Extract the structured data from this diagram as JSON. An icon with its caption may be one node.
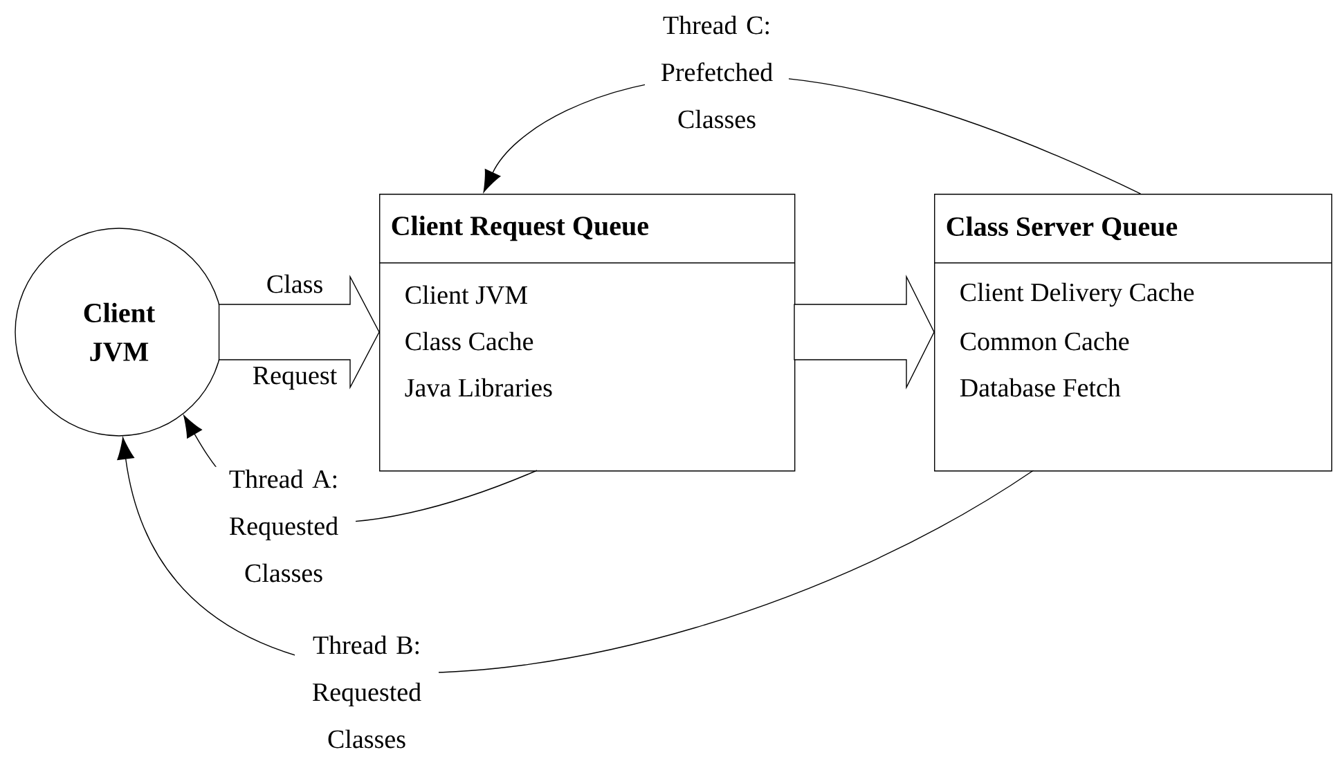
{
  "diagram": {
    "nodes": [
      {
        "text": [
          "Client JVM"
        ]
      },
      {
        "text": [
          "Client Request Queue",
          "Client JVM",
          "Class Cache",
          "Java Libraries"
        ]
      },
      {
        "text": [
          "Class Server Queue",
          "Client Delivery Cache",
          "Common Cache",
          "Database Fetch"
        ]
      }
    ],
    "edges": [
      {
        "from": 0,
        "to": 1,
        "arrow": "to",
        "label": "Class Request"
      },
      {
        "from": 1,
        "to": 2,
        "arrow": "to"
      },
      {
        "from": 2,
        "to": 1,
        "arrow": "to",
        "label": "Thread C: Prefetched Classes"
      },
      {
        "from": 1,
        "to": 0,
        "arrow": "to",
        "label": "Thread A: Requested Classes"
      },
      {
        "from": 2,
        "to": 0,
        "arrow": "to",
        "label": "Thread B: Requested Classes"
      }
    ]
  }
}
